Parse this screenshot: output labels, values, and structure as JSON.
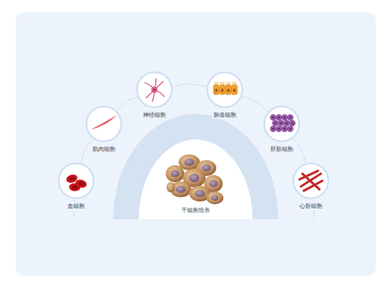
{
  "diagram": {
    "nodes": [
      {
        "text": [
          "干细胞培养"
        ]
      },
      {
        "text": [
          "血细胞"
        ]
      },
      {
        "text": [
          "肌肉细胞"
        ]
      },
      {
        "text": [
          "神经细胞"
        ]
      },
      {
        "text": [
          "肠道细胞"
        ]
      },
      {
        "text": [
          "肝脏细胞"
        ]
      },
      {
        "text": [
          "心脏细胞"
        ]
      }
    ],
    "edges": [
      {
        "from": 1,
        "to": 2,
        "arrow": "none"
      },
      {
        "from": 2,
        "to": 3,
        "arrow": "none"
      },
      {
        "from": 3,
        "to": 4,
        "arrow": "none"
      },
      {
        "from": 4,
        "to": 5,
        "arrow": "none"
      },
      {
        "from": 5,
        "to": 6,
        "arrow": "none"
      }
    ]
  }
}
